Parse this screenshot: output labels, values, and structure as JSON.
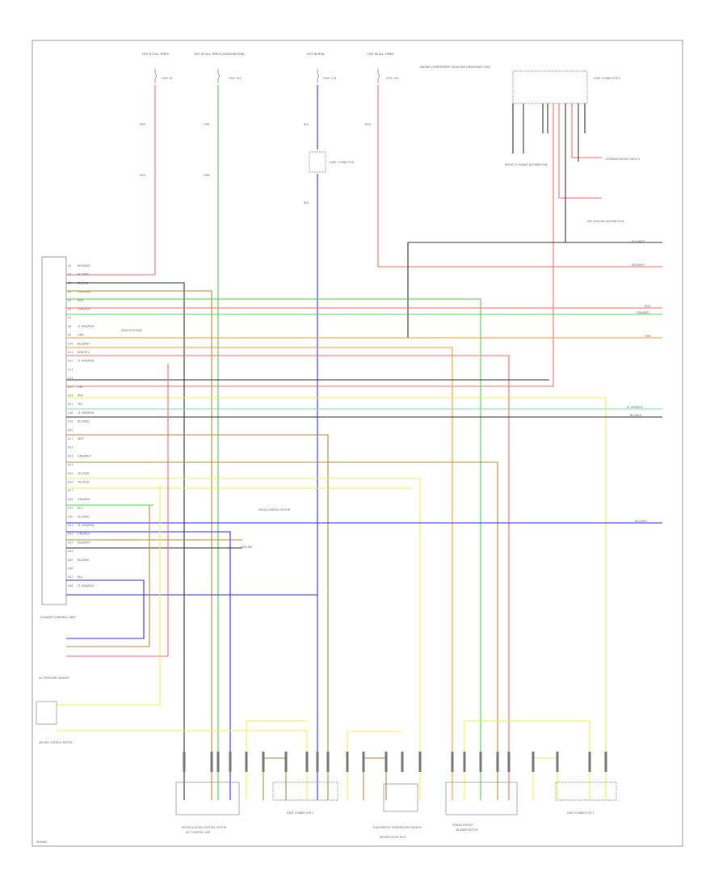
{
  "diagram_id": "W59669",
  "colors": {
    "red": "#ff6a6a",
    "green": "#44d844",
    "blue": "#2a2aff",
    "orange": "#ff9a2a",
    "black": "#333333",
    "gray": "#9a9a9a",
    "yellow": "#f0f04a",
    "brown": "#b88a2a",
    "ltgreen": "#7ee0b0",
    "ltblue": "#8acaea"
  },
  "top_labels": [
    {
      "text": "HOT AT ALL TIMES",
      "fuse": "FUSE 5A"
    },
    {
      "text": "HOT AT ALL TIMES (LOW/IGNITION)",
      "fuse": "FUSE 10A"
    },
    {
      "text": "HOT IN RUN",
      "fuse": "FUSE 7.5A"
    },
    {
      "text": "HOT IN ALL TIMES",
      "fuse": "FUSE 15A"
    }
  ],
  "wire_tags_top": [
    "RED",
    "RED",
    "GRN",
    "GRN",
    "BLU",
    "BLU",
    "RED"
  ],
  "joint_connector": "JOINT CONNECTOR",
  "engine_compartment": "ENGINE COMPARTMENT RELAY BOX (PASSENGER SIDE)",
  "joint_connector_3": "JOINT CONNECTOR 3",
  "right_notes": [
    "REFER TO POWER DISTRIBUTION",
    "STEERING WHEEL SWITCH",
    "SEE GROUND DISTRIBUTION"
  ],
  "ecm_title": "CLIMATE CONTROL UNIT",
  "ecm_pins": [
    "RED/WHT",
    "BLU/RED",
    "BLK/YEL",
    "ORN/GRN",
    "RED",
    "GRN/RED",
    "",
    "LT GRN/RED",
    "ORN",
    "BLK/WHT",
    "BRN/YEL",
    "LT GRN/RED",
    "",
    "",
    "GRY",
    "PNK",
    "YEL",
    "LT GRN/RED",
    "BLU/RED",
    "",
    "WHT",
    "",
    "GRN/WHT",
    "",
    "YEL/RED",
    "YEL/RED",
    "",
    "GRN/RED",
    "BLU",
    "BLU/RED",
    "LT GRN/RED",
    "ORN/BLU",
    "RED/WHT",
    "",
    "BLU/BLK",
    "",
    "BLU",
    "LT GRN/BLK"
  ],
  "callout_1": "MODE CONTROL MOTOR",
  "callout_2": "SENSOR POWER",
  "callout_3": "GROUND",
  "left_sensor_1": "A/C PRESSURE SENSOR",
  "left_sensor_2": "AIR MIX CONTROL MOTOR",
  "right_edge_tags": [
    "BLK/WHT",
    "RED/WHT",
    "RED",
    "GRN/RED",
    "ORN",
    "LT GRN/BLK",
    "BLU/BLK",
    "BLU/RED"
  ],
  "bottom_components": [
    {
      "title": "RECIRCULATION CONTROL MOTOR",
      "sub": "A/C CONTROL UNIT"
    },
    {
      "title": "JOINT CONNECTOR 2",
      "sub": ""
    },
    {
      "title": "EVAPORATOR TEMPERATURE SENSOR",
      "sub": "BEHIND GLOVE BOX"
    },
    {
      "title": "POWER MOSFET",
      "sub": "BLOWER MOTOR"
    },
    {
      "title": "JOINT CONNECTOR 1",
      "sub": ""
    }
  ]
}
